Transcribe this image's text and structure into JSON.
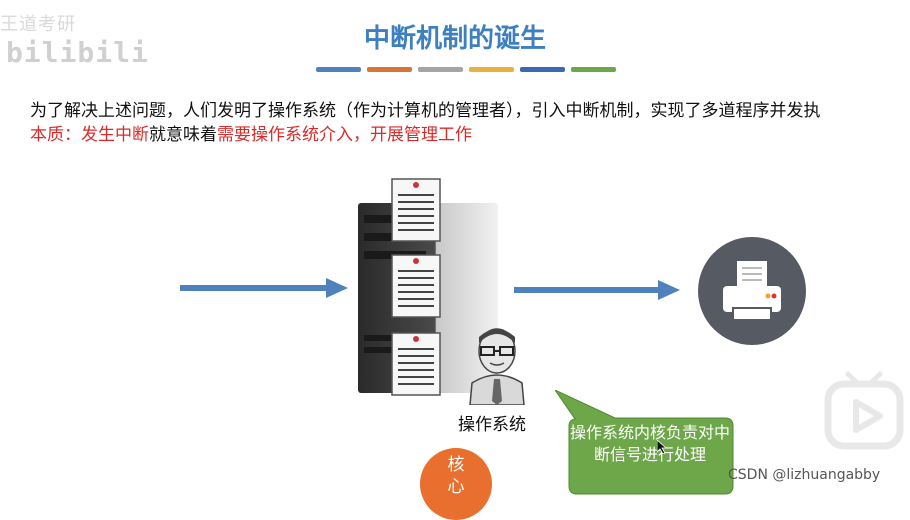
{
  "watermark": {
    "text": "王道考研",
    "logo": "bilibili"
  },
  "slide": {
    "title": "中断机制的诞生",
    "color_bars": [
      "#4f81bd",
      "#d9733a",
      "#a5a5a5",
      "#e6b33c",
      "#3d67b0",
      "#6ea74a"
    ],
    "line1": "为了解决上述问题，人们发明了操作系统（作为计算机的管理者），引入中断机制，实现了多道程序并发执",
    "line2": {
      "part1": "本质：发生中断",
      "part2": "就意味着",
      "part3": "需要操作系统介入，开展管理工作"
    },
    "os_label": "操作系统",
    "callout": "操作系统内核负责对中断信号进行处理",
    "core": [
      "核",
      "心"
    ]
  },
  "footer": {
    "csdn": "CSDN @lizhuangabby"
  },
  "colors": {
    "title_blue": "#3e7fc2",
    "highlight_red": "#d92b2b",
    "arrow_blue": "#4f81bd",
    "callout_green": "#6ea74a",
    "printer_gray": "#555a63",
    "core_orange": "#e86f2e"
  }
}
